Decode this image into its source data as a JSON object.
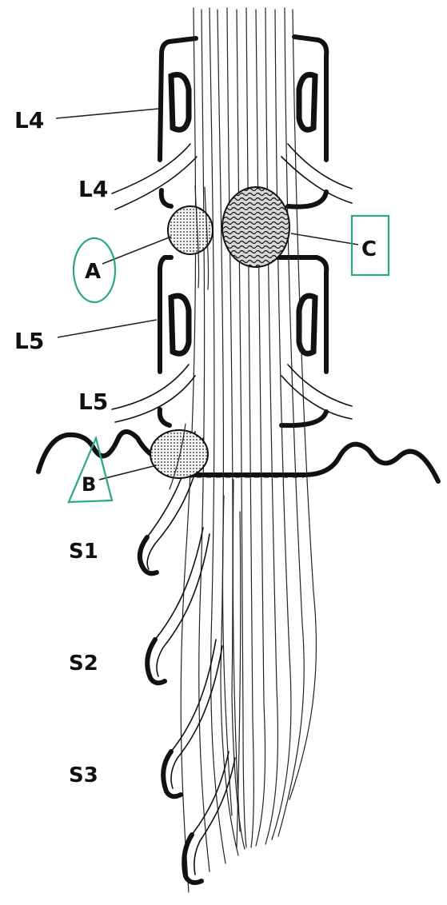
{
  "diagram": {
    "labels": {
      "l4_upper": "L4",
      "l4_lower": "L4",
      "l5_upper": "L5",
      "l5_lower": "L5",
      "s1": "S1",
      "s2": "S2",
      "s3": "S3"
    },
    "markers": {
      "a": "A",
      "b": "B",
      "c": "C"
    },
    "colors": {
      "ink": "#111111",
      "annotation": "#2aa58a"
    }
  }
}
